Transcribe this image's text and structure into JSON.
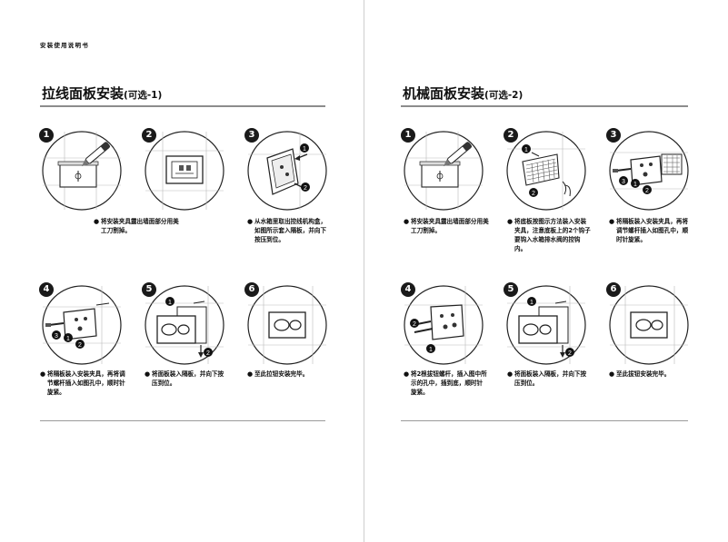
{
  "header": "安装使用说明书",
  "left": {
    "title": "拉线面板安装",
    "subtitle": "(可选-1)",
    "steps": [
      {
        "num": "1",
        "caption": "将安装夹具露出墙面部分用美工刀割掉。"
      },
      {
        "num": "2",
        "caption": ""
      },
      {
        "num": "3",
        "caption": "从水箱里取出控线机构盒，如图所示套入隔板，并向下按压到位。"
      },
      {
        "num": "4",
        "caption": "将隔板装入安装夹具，再将调节螺杆插入如图孔中，顺时针旋紧。"
      },
      {
        "num": "5",
        "caption": "将面板装入隔板，并向下按压到位。"
      },
      {
        "num": "6",
        "caption": "至此拉钮安装完毕。"
      }
    ]
  },
  "right": {
    "title": "机械面板安装",
    "subtitle": "(可选-2)",
    "steps": [
      {
        "num": "1",
        "caption": "将安装夹具露出墙面部分用美工刀割掉。"
      },
      {
        "num": "2",
        "caption": "将底板按图示方法装入安装夹具，注意底板上的2个钩子要钩入水箱排水阀的控钩内。"
      },
      {
        "num": "3",
        "caption": "将隔板装入安装夹具，再将调节螺杆插入如图孔中，顺时针旋紧。"
      },
      {
        "num": "4",
        "caption": "将2根拔钮螺杆，插入图中所示的孔中，插到底，顺时针旋紧。"
      },
      {
        "num": "5",
        "caption": "将面板装入隔板，并向下按压到位。"
      },
      {
        "num": "6",
        "caption": "至此拔钮安装完毕。"
      }
    ]
  },
  "illustrations": [
    "knife-cut-icon",
    "clamp-frame-icon",
    "control-box-icon",
    "partition-screw-icon",
    "panel-press-icon",
    "finished-button-icon",
    "knife-cut-icon",
    "base-plate-icon",
    "partition-screw-icon",
    "button-screw-icon",
    "panel-press-icon",
    "finished-button-icon"
  ]
}
